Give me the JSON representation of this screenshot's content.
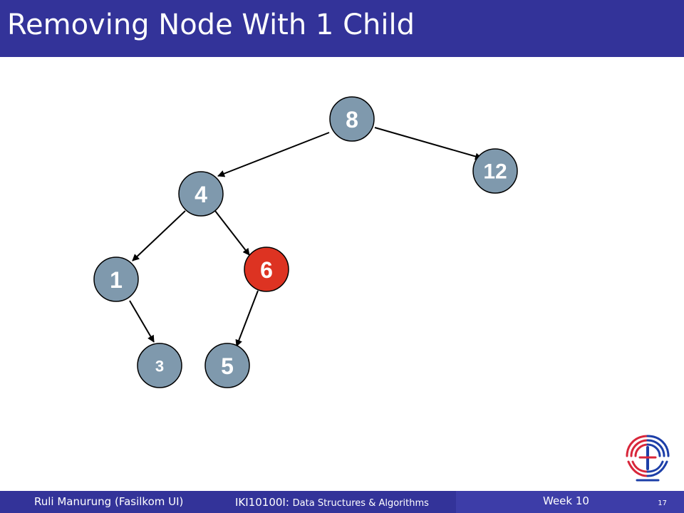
{
  "slide": {
    "title": "Removing Node With 1 Child"
  },
  "tree": {
    "nodes": [
      {
        "id": "n8",
        "label": "8",
        "highlighted": false
      },
      {
        "id": "n12",
        "label": "12",
        "highlighted": false
      },
      {
        "id": "n4",
        "label": "4",
        "highlighted": false
      },
      {
        "id": "n1",
        "label": "1",
        "highlighted": false
      },
      {
        "id": "n6",
        "label": "6",
        "highlighted": true
      },
      {
        "id": "n3",
        "label": "3",
        "highlighted": false
      },
      {
        "id": "n5",
        "label": "5",
        "highlighted": false
      }
    ],
    "edges": [
      {
        "from": "8",
        "to": "4"
      },
      {
        "from": "8",
        "to": "12"
      },
      {
        "from": "4",
        "to": "1"
      },
      {
        "from": "4",
        "to": "6"
      },
      {
        "from": "1",
        "to": "3"
      },
      {
        "from": "6",
        "to": "5"
      }
    ],
    "colors": {
      "node_fill": "#7f99ad",
      "highlight_fill": "#dd3322",
      "edge": "#000000"
    }
  },
  "footer": {
    "author": "Ruli Manurung (Fasilkom UI)",
    "course_code": "IKI10100I: ",
    "course_name": "Data Structures & Algorithms",
    "week": "Week 10",
    "page_number": "17"
  }
}
